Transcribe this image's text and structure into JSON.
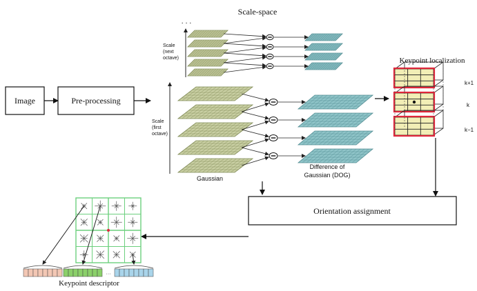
{
  "title": "Scale-space",
  "ellipsis": "· · ·",
  "nodes": {
    "image": "Image",
    "preprocessing": "Pre-processing",
    "orientation": "Orientation assignment"
  },
  "labels": {
    "scale_next_line1": "Scale",
    "scale_next_line2": "(next",
    "scale_next_line3": "octave)",
    "scale_first_line1": "Scale",
    "scale_first_line2": "(first",
    "scale_first_line3": "octave)",
    "gaussian": "Gaussian",
    "dog_line1": "Difference of",
    "dog_line2": "Gaussian (DOG)",
    "keypoint_localization": "Keypoint localization",
    "k_plus": "k+1",
    "k": "k",
    "k_minus": "k−1",
    "keypoint_descriptor": "Keypoint descriptor"
  },
  "colors": {
    "gaussian_fill": "#c9cfa3",
    "gaussian_grid": "#7f8a55",
    "dog_fill": "#8fc4c8",
    "dog_grid": "#4f8a90",
    "cube_highlight": "#e0263a",
    "cube_cell": "#f2eeb6",
    "descriptor_border": "#6ccf7d",
    "hist_pink": "#f3c7b4",
    "hist_green": "#8bd06a",
    "hist_blue": "#a9d4ea"
  }
}
